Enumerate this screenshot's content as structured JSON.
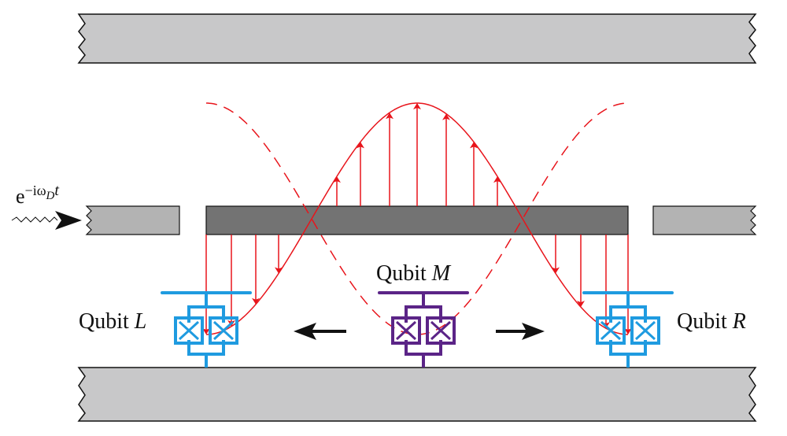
{
  "drive_label": {
    "base": "e",
    "sup": "−iω",
    "sub": "D",
    "t": "t"
  },
  "qubits": [
    {
      "label": "Qubit ",
      "italic": "L",
      "color": "#1f9be0"
    },
    {
      "label": "Qubit ",
      "italic": "M",
      "color": "#5b2487"
    },
    {
      "label": "Qubit ",
      "italic": "R",
      "color": "#1f9be0"
    }
  ],
  "colors": {
    "field": "#e8141b",
    "plate": "#c8c8c9",
    "stub": "#b3b3b3",
    "resonator": "#737373"
  }
}
